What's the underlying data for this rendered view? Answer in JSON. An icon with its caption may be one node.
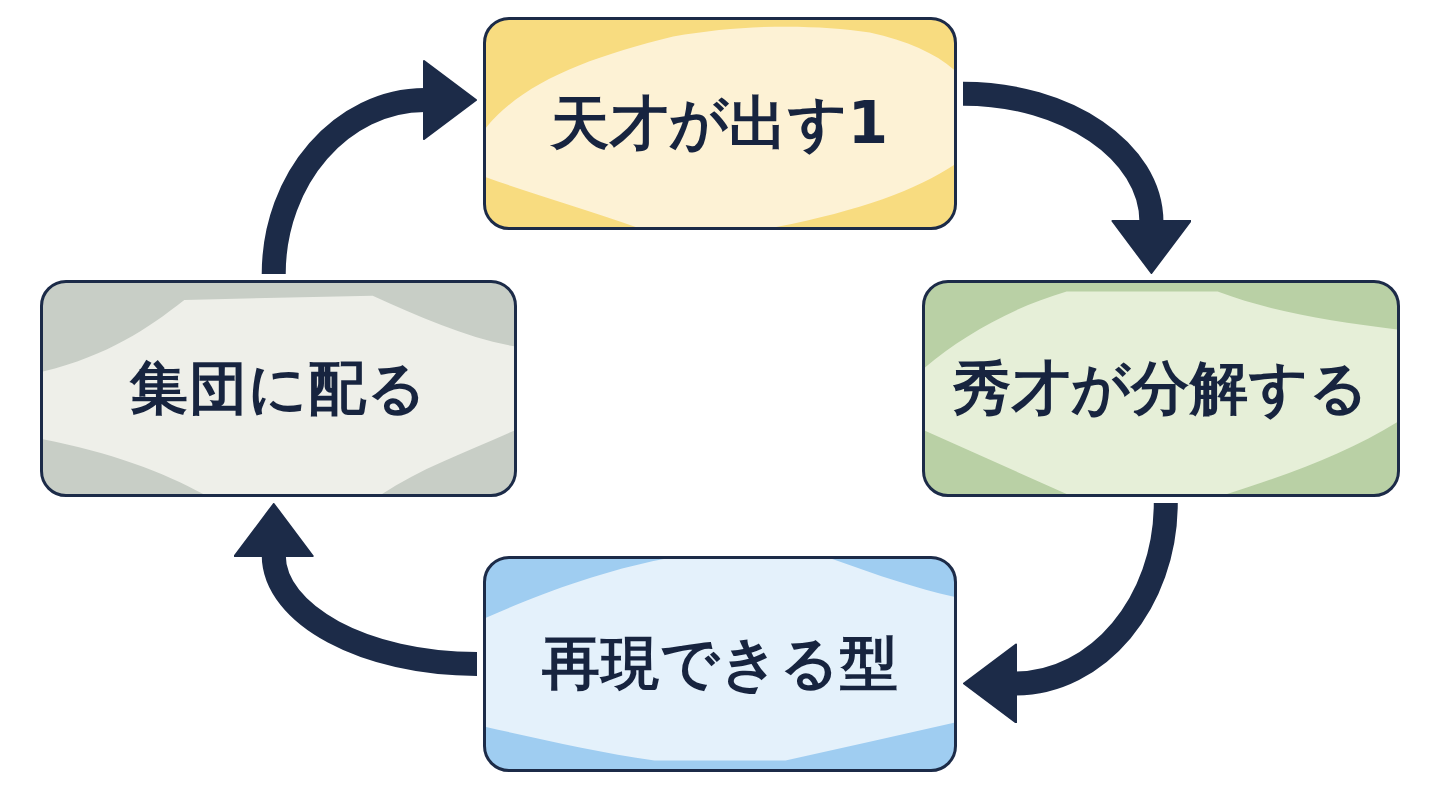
{
  "diagram": {
    "nodes": [
      {
        "text": [
          "天才が出す1"
        ]
      },
      {
        "text": [
          "秀才が分解する"
        ]
      },
      {
        "text": [
          "再現できる型"
        ]
      },
      {
        "text": [
          "集団に配る"
        ]
      }
    ],
    "edges": [
      {
        "from": 0,
        "to": 1,
        "arrow": "to"
      },
      {
        "from": 1,
        "to": 2,
        "arrow": "to"
      },
      {
        "from": 2,
        "to": 3,
        "arrow": "to"
      },
      {
        "from": 3,
        "to": 0,
        "arrow": "to"
      }
    ]
  }
}
